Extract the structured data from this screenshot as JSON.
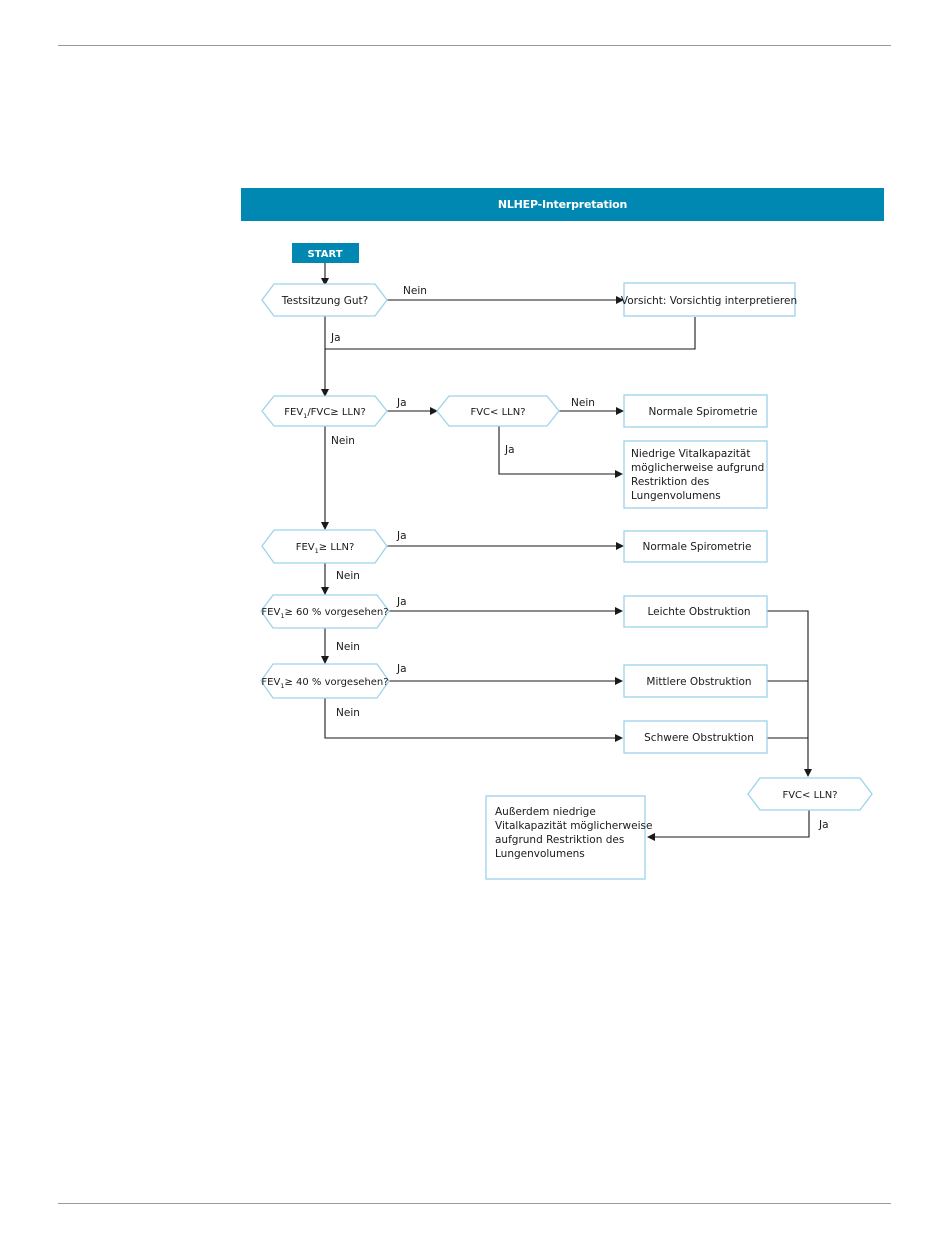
{
  "banner": {
    "title": "NLHEP-Interpretation"
  },
  "colors": {
    "accent": "#0088b2",
    "outline": "#9cd3ec",
    "line": "#1a1a1a"
  },
  "start": {
    "label": "START"
  },
  "decisions": {
    "d1": {
      "text": "Testsitzung Gut?"
    },
    "d2": {
      "pre": "FEV",
      "sub": "1",
      "post": "/FVC≥ LLN?"
    },
    "d3": {
      "text": "FVC< LLN?"
    },
    "d4": {
      "pre": "FEV",
      "sub": "1",
      "post": "≥ LLN?"
    },
    "d5": {
      "pre": "FEV",
      "sub": "1",
      "post": "≥ 60 % vorgesehen?"
    },
    "d6": {
      "pre": "FEV",
      "sub": "1",
      "post": "≥ 40 % vorgesehen?"
    },
    "d7": {
      "text": "FVC< LLN?"
    }
  },
  "outcomes": {
    "caution": {
      "text": "Vorsicht: Vorsichtig interpretieren"
    },
    "normal1": {
      "text": "Normale Spirometrie"
    },
    "low_vc": {
      "lines": [
        "Niedrige Vitalkapazität",
        "möglicherweise aufgrund",
        "Restriktion des",
        "Lungenvolumens"
      ]
    },
    "normal2": {
      "text": "Normale Spirometrie"
    },
    "mild": {
      "text": "Leichte Obstruktion"
    },
    "moderate": {
      "text": "Mittlere Obstruktion"
    },
    "severe": {
      "text": "Schwere Obstruktion"
    },
    "additional": {
      "lines": [
        "Außerdem niedrige",
        "Vitalkapazität möglicherweise",
        "aufgrund Restriktion des",
        "Lungenvolumens"
      ]
    }
  },
  "labels": {
    "d1_no": "Nein",
    "d1_yes": "Ja",
    "d2_yes": "Ja",
    "d2_no": "Nein",
    "d3_no": "Nein",
    "d3_yes": "Ja",
    "d4_yes": "Ja",
    "d4_no": "Nein",
    "d5_yes": "Ja",
    "d5_no": "Nein",
    "d6_yes": "Ja",
    "d6_no": "Nein",
    "d7_yes": "Ja"
  }
}
